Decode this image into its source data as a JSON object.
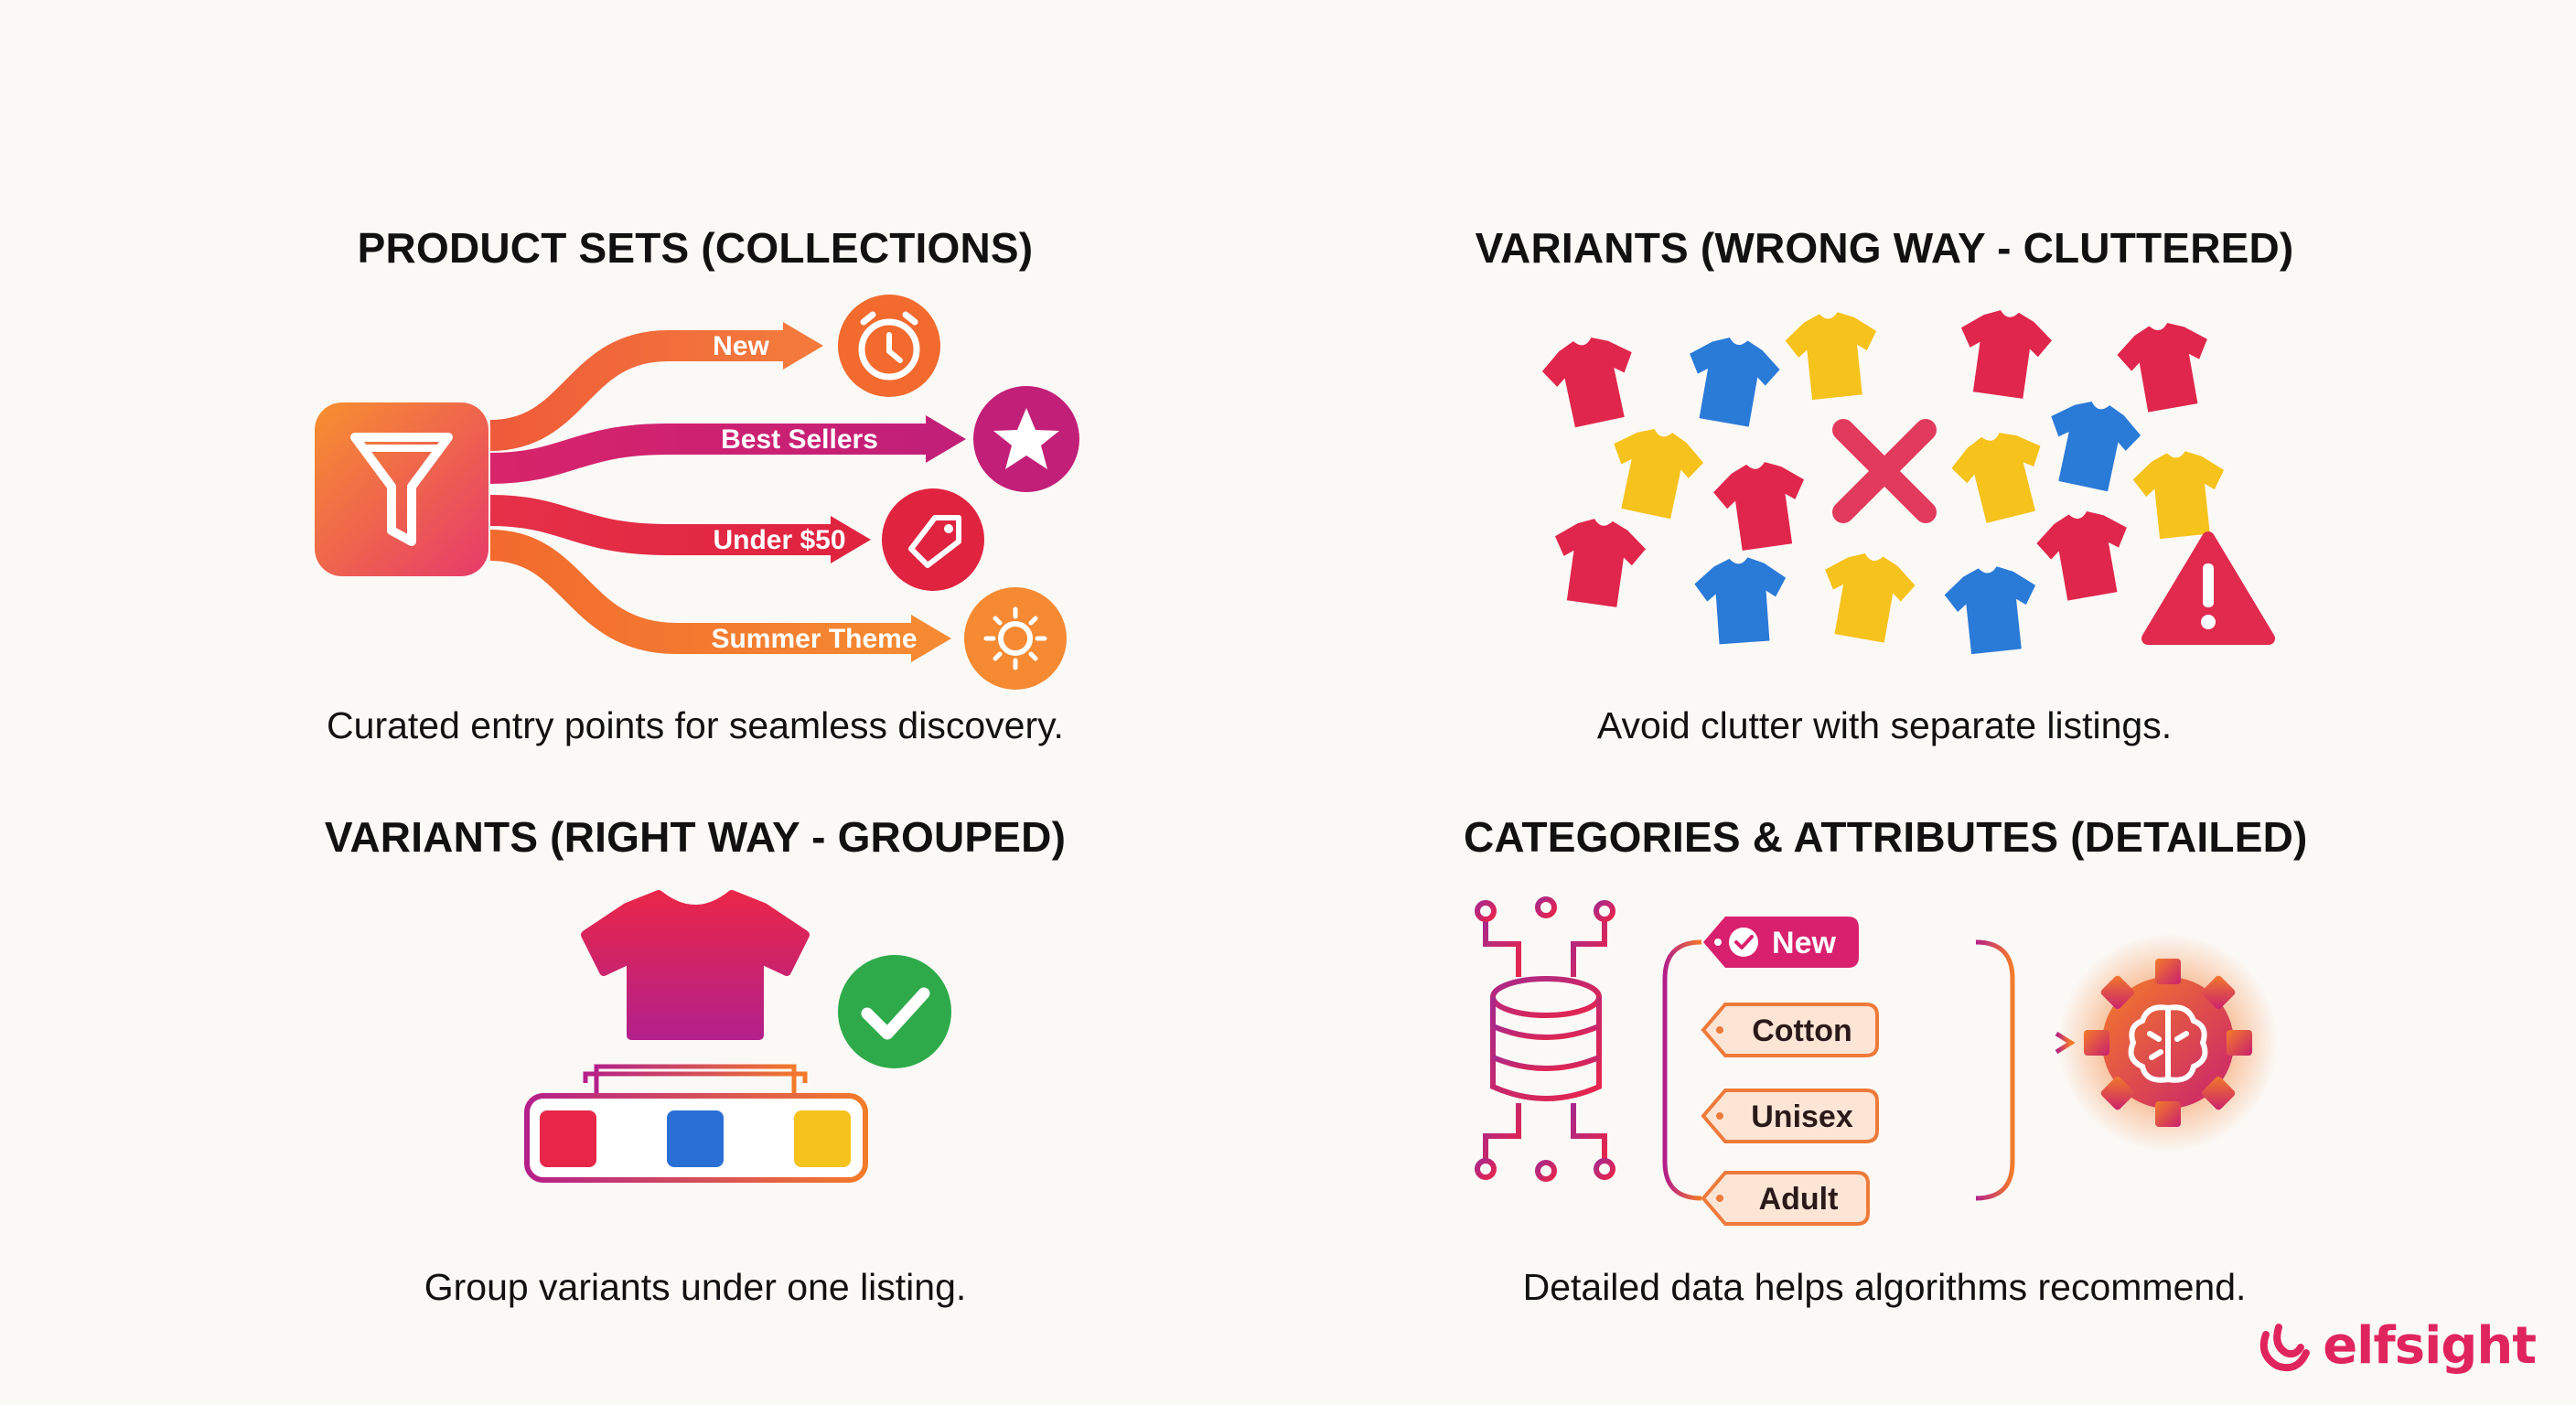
{
  "panels": {
    "product_sets": {
      "title": "PRODUCT SETS (COLLECTIONS)",
      "caption": "Curated entry points for seamless discovery.",
      "branches": [
        {
          "label": "New",
          "icon": "alarm-clock-icon"
        },
        {
          "label": "Best Sellers",
          "icon": "star-icon"
        },
        {
          "label": "Under $50",
          "icon": "price-tag-icon"
        },
        {
          "label": "Summer Theme",
          "icon": "sun-icon"
        }
      ],
      "source_icon": "funnel-icon"
    },
    "variants_wrong": {
      "title": "VARIANTS (WRONG WAY - CLUTTERED)",
      "caption": "Avoid clutter with separate listings.",
      "icons": [
        "t-shirt-icon",
        "x-mark-icon",
        "warning-icon"
      ]
    },
    "variants_right": {
      "title": "VARIANTS (RIGHT WAY - GROUPED)",
      "caption": "Group variants under one listing.",
      "swatches": [
        "#e8264a",
        "#2a6fd6",
        "#f6c21c"
      ],
      "icons": [
        "t-shirt-icon",
        "checkmark-icon"
      ]
    },
    "categories": {
      "title": "CATEGORIES & ATTRIBUTES (DETAILED)",
      "caption": "Detailed data helps algorithms recommend.",
      "tags": [
        "New",
        "Cotton",
        "Unisex",
        "Adult"
      ],
      "icons": [
        "database-icon",
        "brain-gear-icon"
      ]
    }
  },
  "brand": {
    "name": "elfsight",
    "icon": "elfsight-logo-icon"
  },
  "colors": {
    "red": "#e8264a",
    "blue": "#2a6fd6",
    "yellow": "#f6c21c",
    "orange": "#f47b2a",
    "magenta": "#c81f76",
    "green": "#2eaa4a"
  }
}
